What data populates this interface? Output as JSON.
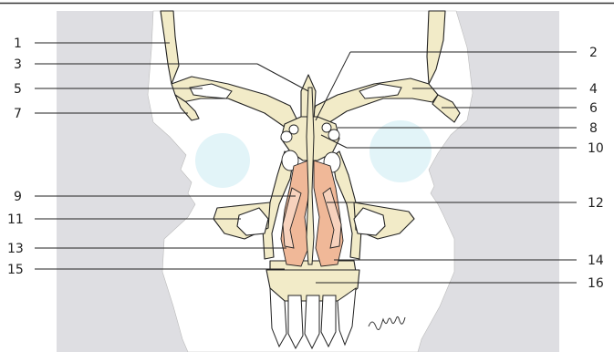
{
  "diagram": {
    "colors": {
      "panel": "#dedee2",
      "skin": "#ffffff",
      "bone": "#f2ebc8",
      "bone_outline": "#222222",
      "mucosa": "#f0b898",
      "eye": "#e2f4f8",
      "top_rule": "#333333"
    },
    "signature": "Steiner",
    "labels_left": [
      "1",
      "3",
      "5",
      "7",
      "9",
      "11",
      "13",
      "15"
    ],
    "labels_right": [
      "2",
      "4",
      "6",
      "8",
      "10",
      "12",
      "14",
      "16"
    ]
  }
}
